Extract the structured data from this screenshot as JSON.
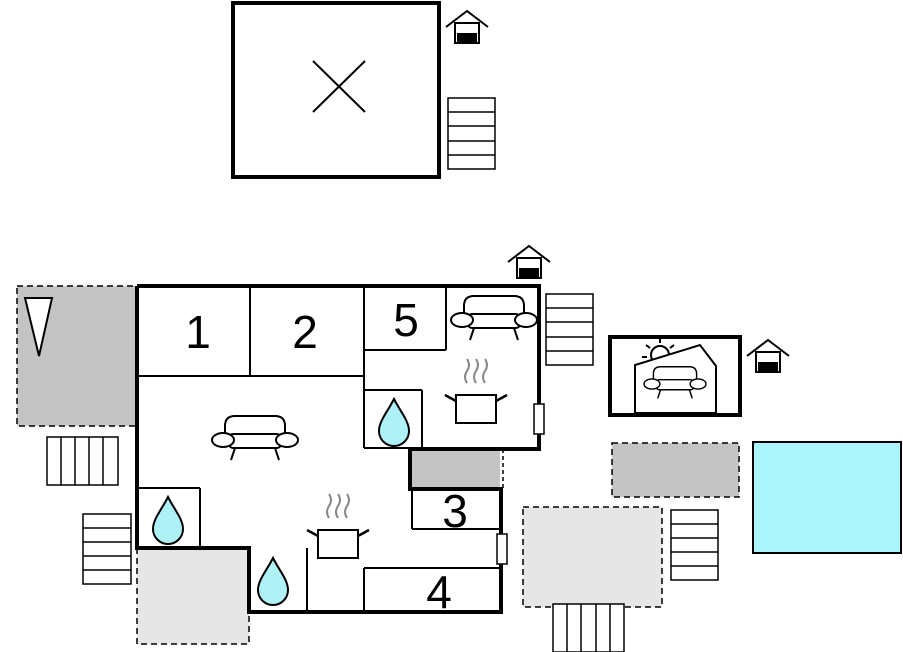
{
  "rooms": [
    {
      "id": "1",
      "label": "1"
    },
    {
      "id": "2",
      "label": "2"
    },
    {
      "id": "3",
      "label": "3"
    },
    {
      "id": "4",
      "label": "4"
    },
    {
      "id": "5",
      "label": "5"
    }
  ],
  "icons": {
    "house": "house-icon",
    "sofa": "sofa-icon",
    "pot": "cooking-pot-icon",
    "water": "water-drop-icon",
    "sun": "sun-icon",
    "x": "x-mark-icon",
    "triangle": "triangle-icon"
  },
  "colors": {
    "pool": "#aaf5fb",
    "terrace": "#c4c4c4",
    "patio": "#e6e6e6",
    "water_drop": "#aef2f8"
  }
}
